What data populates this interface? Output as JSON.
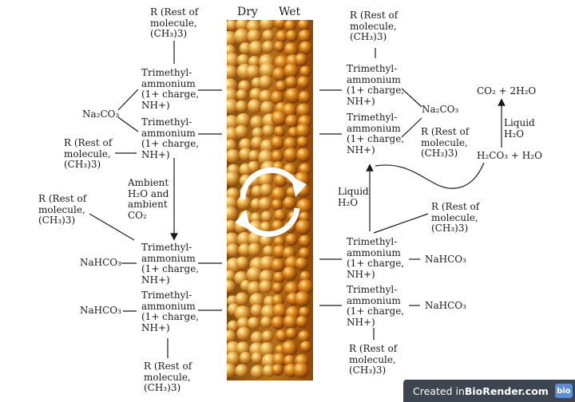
{
  "header": {
    "dry": "Dry",
    "wet": "Wet"
  },
  "left": {
    "r_top": "R (Rest of\nmolecule,\n(CH₃)3)",
    "ammonium_1": "Trimethyl-\nammonium\n(1+ charge,\nNH+)",
    "na2co3": "Na₂CO₃",
    "ammonium_2": "Trimethyl-\nammonium\n(1+ charge,\nNH+)",
    "r_mid": "R (Rest of\nmolecule,\n(CH₃)3)",
    "ambient": "Ambient\nH₂O and\nambient\nCO₂",
    "r_lower": "R (Rest of\nmolecule,\n(CH₃)3)",
    "ammonium_3": "Trimethyl-\nammonium\n(1+ charge,\nNH+)",
    "nahco3_1": "NaHCO₃",
    "ammonium_4": "Trimethyl-\nammonium\n(1+ charge,\nNH+)",
    "nahco3_2": "NaHCO₃",
    "r_bottom": "R (Rest of\nmolecule,\n(CH₃)3)"
  },
  "right": {
    "r_top": "R (Rest of\nmolecule,\n(CH₃)3)",
    "ammonium_1": "Trimethyl-\nammonium\n(1+ charge,\nNH+)",
    "na2co3": "Na₂CO₃",
    "ammonium_2": "Trimethyl-\nammonium\n(1+ charge,\nNH+)",
    "r_mid": "R (Rest of\nmolecule,\n(CH₃)3)",
    "co2_2h2o": "CO₂ + 2H₂O",
    "liquid_h2o_top": "Liquid\nH₂O",
    "h2co3": "H₂CO₃ + H₂O",
    "liquid_h2o_mid": "Liquid\nH₂O",
    "r_lower": "R (Rest of\nmolecule,\n(CH₃)3)",
    "ammonium_3": "Trimethyl-\nammonium\n(1+ charge,\nNH+)",
    "nahco3_1": "NaHCO₃",
    "ammonium_4": "Trimethyl-\nammonium\n(1+ charge,\nNH+)",
    "nahco3_2": "NaHCO₃",
    "r_bottom": "R (Rest of\nmolecule,\n(CH₃)3)"
  },
  "watermark": {
    "prefix": "Created in ",
    "brand": "BioRender.com",
    "logo": "bio"
  },
  "icons": {
    "cycle": "refresh-cycle-icon"
  },
  "colors": {
    "bead_light": "#f2c25a",
    "bead_dark": "#b8640f",
    "background": "#ffffff",
    "watermark_bg": "#3d4650"
  }
}
